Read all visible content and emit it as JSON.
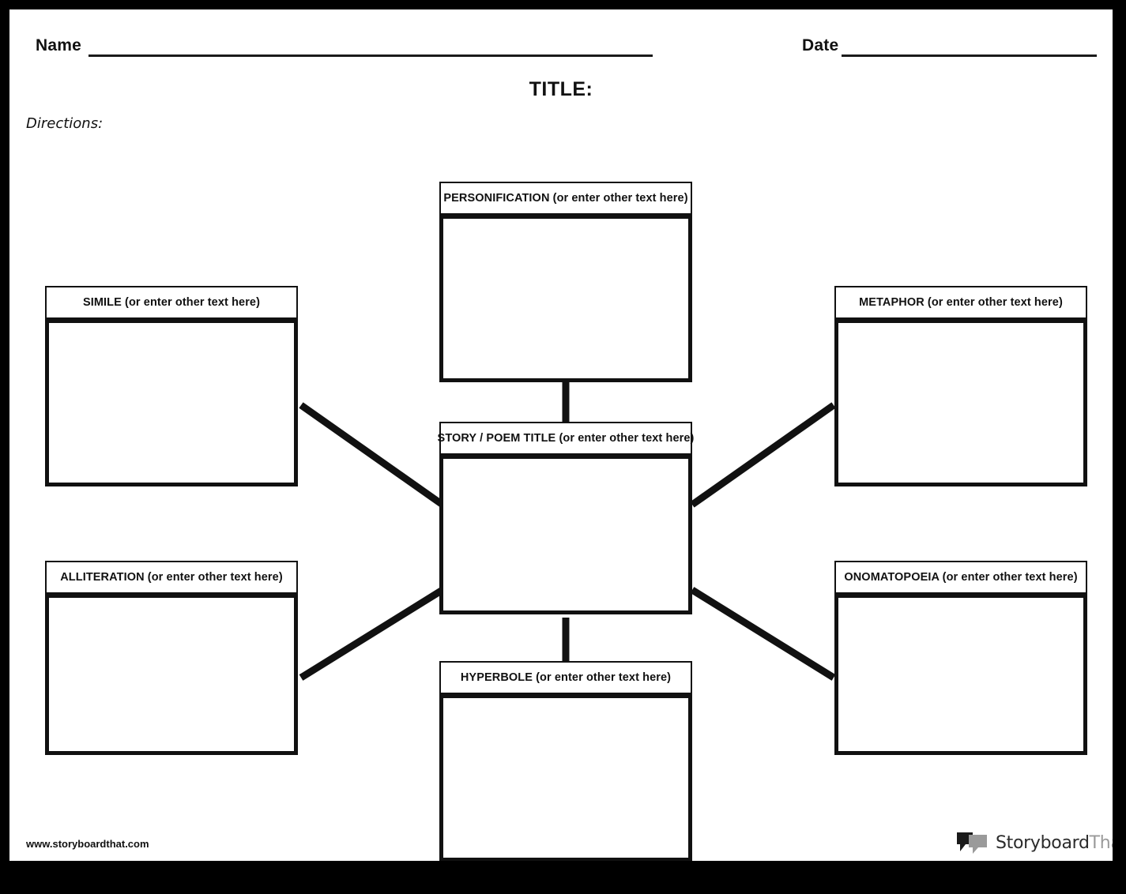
{
  "worksheet": {
    "name_label": "Name",
    "date_label": "Date",
    "title_heading": "TITLE:",
    "directions_label": "Directions:"
  },
  "footer": {
    "url": "www.storyboardthat.com",
    "brand_primary": "Storyboard",
    "brand_secondary": "That"
  },
  "diagram": {
    "type": "spider-web-graphic-organizer",
    "center": {
      "id": "story-poem-title",
      "label": "STORY / POEM TITLE (or enter other text here)"
    },
    "nodes": [
      {
        "id": "personification",
        "label": "PERSONIFICATION (or enter other text here)",
        "position": "top-center"
      },
      {
        "id": "simile",
        "label": "SIMILE (or enter other text here)",
        "position": "left-top"
      },
      {
        "id": "metaphor",
        "label": "METAPHOR (or enter other text here)",
        "position": "right-top"
      },
      {
        "id": "alliteration",
        "label": "ALLITERATION (or enter other text here)",
        "position": "left-bottom"
      },
      {
        "id": "onomatopoeia",
        "label": "ONOMATOPOEIA (or enter other text here)",
        "position": "right-bottom"
      },
      {
        "id": "hyperbole",
        "label": "HYPERBOLE (or enter other text here)",
        "position": "bottom-center"
      }
    ],
    "connections": [
      {
        "from": "personification",
        "to": "story-poem-title"
      },
      {
        "from": "simile",
        "to": "story-poem-title"
      },
      {
        "from": "metaphor",
        "to": "story-poem-title"
      },
      {
        "from": "alliteration",
        "to": "story-poem-title"
      },
      {
        "from": "onomatopoeia",
        "to": "story-poem-title"
      },
      {
        "from": "hyperbole",
        "to": "story-poem-title"
      }
    ]
  },
  "colors": {
    "frame": "#000000",
    "page": "#ffffff",
    "ink": "#111111",
    "brand_gray": "#9a9a9a"
  }
}
